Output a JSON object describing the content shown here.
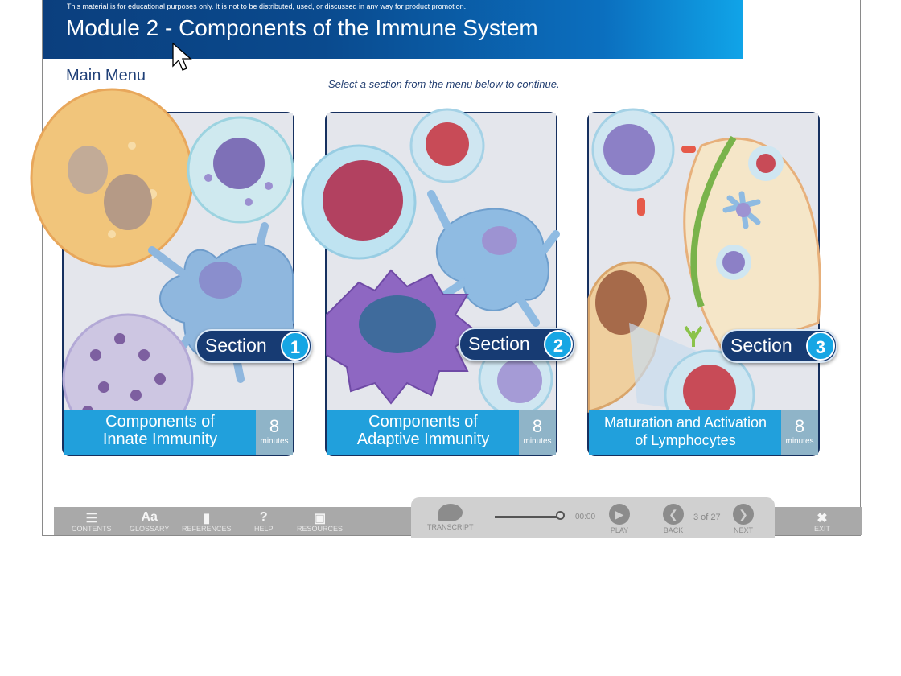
{
  "header": {
    "disclaimer": "This material is for educational purposes only. It is not to be distributed, used, or discussed in any way for product promotion.",
    "title": "Module 2 - Components of the Immune System"
  },
  "menu": {
    "label": "Main Menu",
    "instruction": "Select a section from the menu below to continue."
  },
  "cards": [
    {
      "section_label": "Section",
      "section_number": "1",
      "title_line1": "Components of",
      "title_line2": "Innate Immunity",
      "minutes": "8",
      "minutes_unit": "minutes"
    },
    {
      "section_label": "Section",
      "section_number": "2",
      "title_line1": "Components of",
      "title_line2": "Adaptive Immunity",
      "minutes": "8",
      "minutes_unit": "minutes"
    },
    {
      "section_label": "Section",
      "section_number": "3",
      "title_line1": "Maturation and Activation",
      "title_line2": "of Lymphocytes",
      "minutes": "8",
      "minutes_unit": "minutes"
    }
  ],
  "toolbar": {
    "contents": "CONTENTS",
    "glossary": "GLOSSARY",
    "glossary_glyph": "Aa",
    "references": "REFERENCES",
    "help": "HELP",
    "resources": "RESOURCES",
    "transcript": "TRANSCRIPT",
    "time": "00:00",
    "play": "PLAY",
    "back": "BACK",
    "page_status": "3 of 27",
    "next": "NEXT",
    "exit": "EXIT"
  },
  "colors": {
    "header_dark": "#0b3f7e",
    "header_light": "#10a4e8",
    "caption_blue": "#21a0dc",
    "pill_navy": "#173b73"
  },
  "icons": [
    "list-icon",
    "document-icon",
    "question-icon",
    "folder-icon",
    "speech-bubble-icon",
    "play-icon",
    "back-arrow-icon",
    "next-arrow-icon",
    "close-icon"
  ]
}
